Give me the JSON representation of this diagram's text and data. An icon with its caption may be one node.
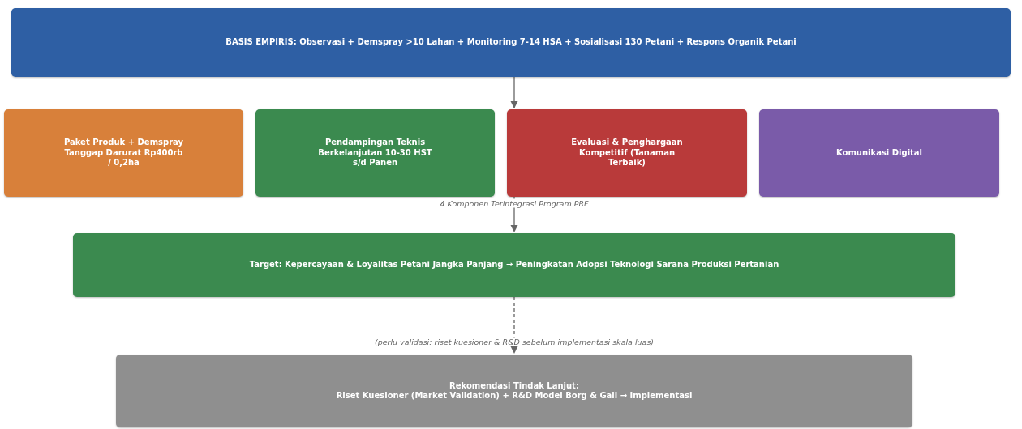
{
  "diagram": {
    "nodes": [
      {
        "text": [
          "BASIS EMPIRIS: Observasi + Demspray >10 Lahan + Monitoring 7-14 HSA + Sosialisasi 130 Petani + Respons Organik Petani"
        ]
      },
      {
        "text": [
          "Paket Produk + Demspray Tanggap Darurat Rp400rb / 0,2ha"
        ]
      },
      {
        "text": [
          "Pendampingan Teknis Berkelanjutan 10-30 HST s/d Panen"
        ]
      },
      {
        "text": [
          "Evaluasi & Penghargaan Kompetitif (Tanaman Terbaik)"
        ]
      },
      {
        "text": [
          "Komunikasi Digital"
        ]
      },
      {
        "text": [
          "Target: Kepercayaan & Loyalitas Petani Jangka Panjang → Peningkatan Adopsi Teknologi Sarana Produksi Pertanian"
        ]
      },
      {
        "text": [
          "Rekomendasi Tindak Lanjut:",
          "Riset Kuesioner (Market Validation) + R&D Model Borg & Gall → Implementasi"
        ]
      }
    ],
    "edges": [
      {
        "from": 0,
        "to": 3,
        "arrow": "to"
      },
      {
        "from": 3,
        "to": 5,
        "arrow": "to",
        "label": "4 Komponen Terintegrasi Program PRF"
      },
      {
        "from": 5,
        "to": 6,
        "arrow": "to",
        "style": "dashed",
        "label": "(perlu validasi: riset kuesioner & R&D sebelum implementasi skala luas)"
      }
    ]
  }
}
